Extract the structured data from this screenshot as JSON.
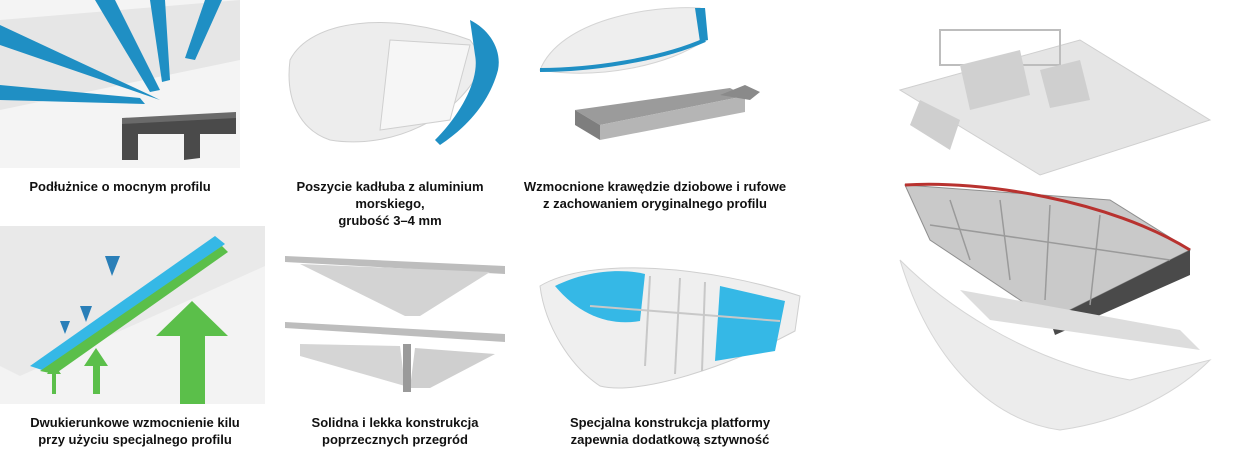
{
  "captions": {
    "stringers": "Podłużnice o mocnym profilu",
    "hull_plating": "Poszycie kadłuba z aluminium\nmorskiego,\ngrubość 3–4 mm",
    "edges": "Wzmocnione krawędzie dziobowe i rufowe\nz zachowaniem oryginalnego profilu",
    "keel": "Dwukierunkowe wzmocnienie kilu\nprzy użyciu specjalnego profilu",
    "bulkheads": "Solidna i lekka konstrukcja\npoprzecznych przegród",
    "platform": "Specjalna konstrukcja platformy\nzapewnia dodatkową sztywność"
  },
  "colors": {
    "accent_blue": "#1f8fc4",
    "cyan": "#35b8e6",
    "green": "#5bbf4a",
    "hull_grey": "#d9d9d9",
    "dark_metal": "#4a4a4a",
    "frame_red": "#b8322f"
  }
}
